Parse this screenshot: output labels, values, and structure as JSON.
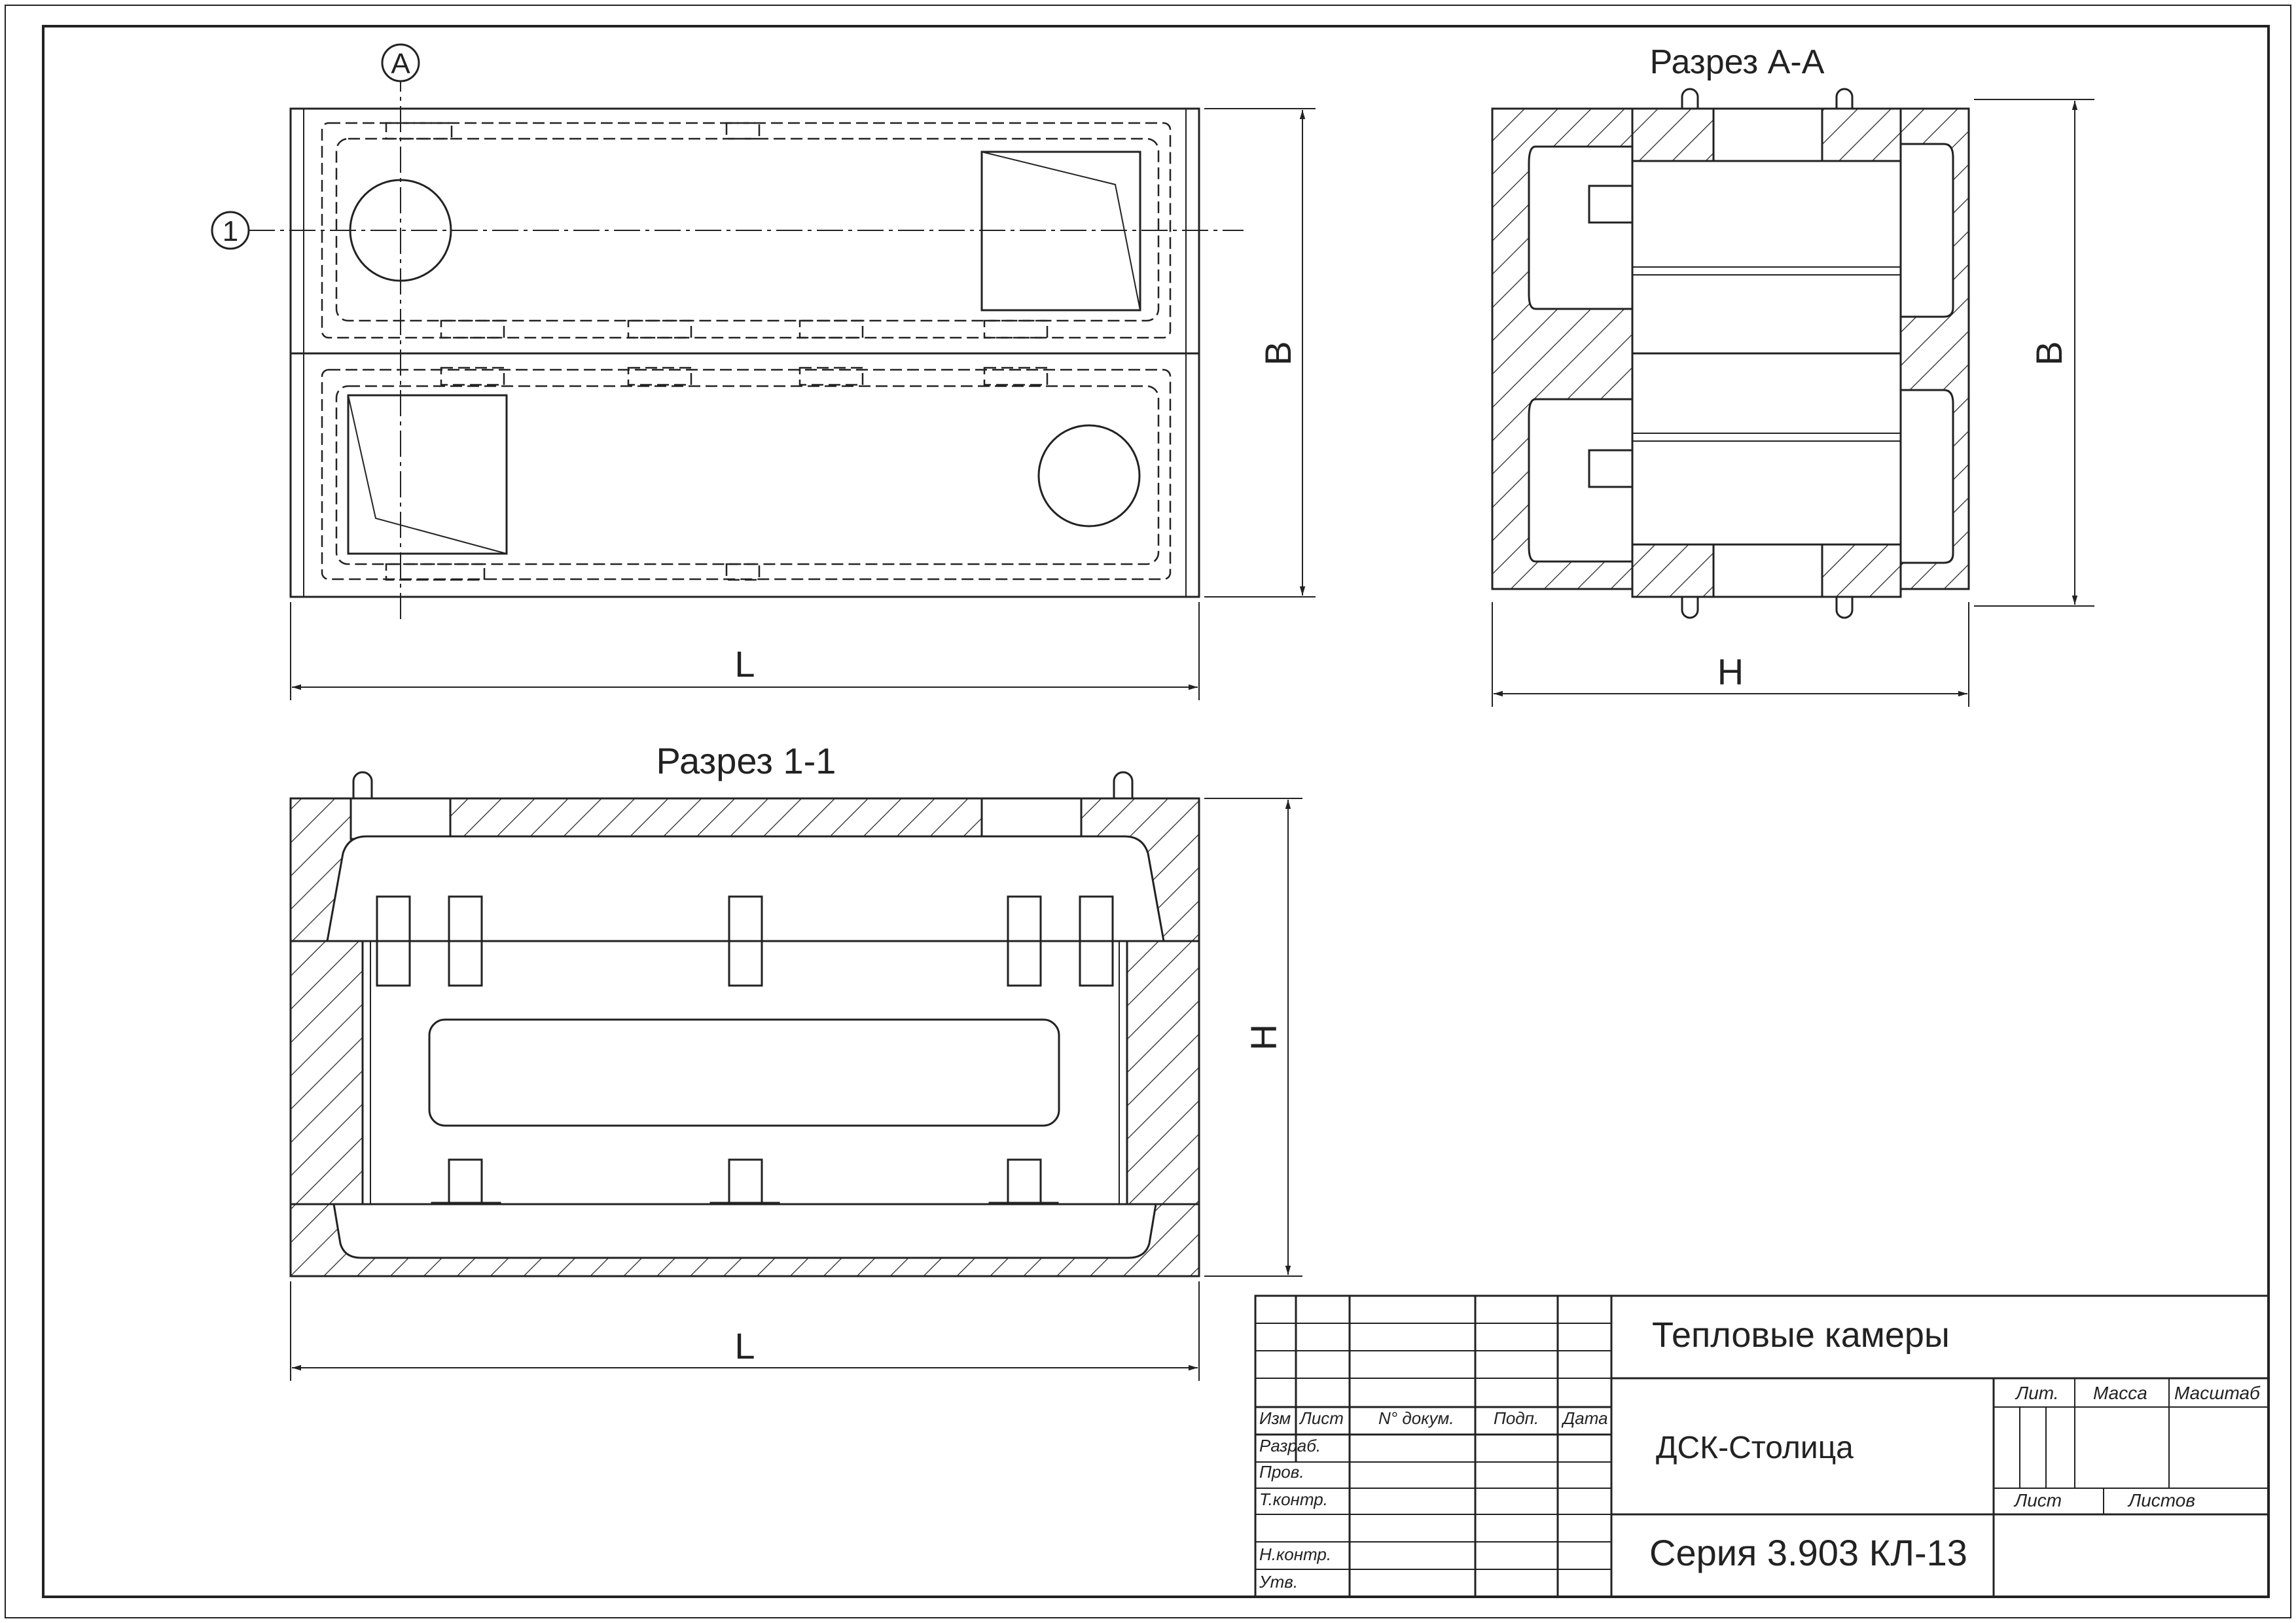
{
  "plan_view": {
    "axis_a": "A",
    "axis_1": "1",
    "dim_width": "L",
    "dim_height": "B"
  },
  "section_aa": {
    "title": "Разрез А-А",
    "dim_width": "H",
    "dim_height": "B"
  },
  "section_11": {
    "title": "Разрез 1-1",
    "dim_width": "L",
    "dim_height": "H"
  },
  "title_block": {
    "drawing_title": "Тепловые камеры",
    "organization": "ДСК-Столица",
    "series": "Серия 3.903 КЛ-13",
    "col_izm": "Изм",
    "col_list": "Лист",
    "col_doc": "N° докум.",
    "col_sign": "Подп.",
    "col_date": "Дата",
    "row_razrab": "Разраб.",
    "row_prov": "Пров.",
    "row_tkontr": "Т.контр.",
    "row_nkontr": "Н.контр.",
    "row_utv": "Утв.",
    "lit": "Лит.",
    "massa": "Масса",
    "masshtab": "Масштаб",
    "sheet": "Лист",
    "sheets": "Листов"
  }
}
